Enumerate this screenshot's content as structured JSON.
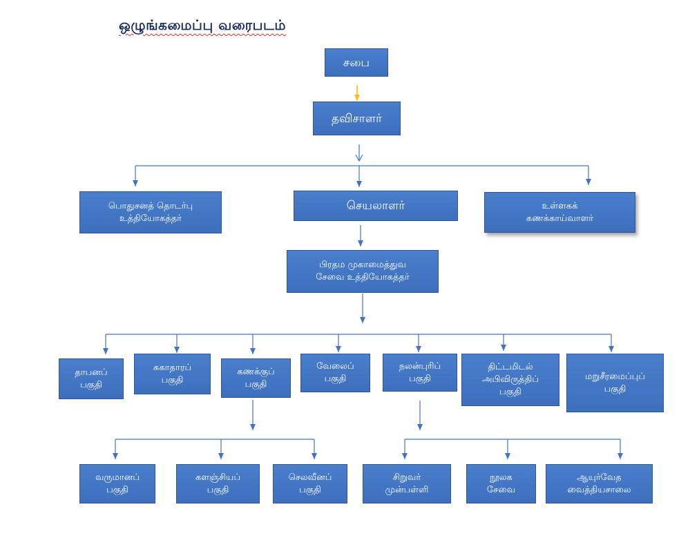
{
  "title": "ஒழுங்கமைப்பு வரைபடம்",
  "colors": {
    "box": "#4472c4",
    "connector": "#4472c4",
    "first_arrow": "#ffc000"
  },
  "nodes": {
    "sabai": "சபை",
    "thavisalar": "தவிசாளர்",
    "pothusana": "பொதுசனத் தொடர்பு\nஉத்தியோகத்தர்",
    "seyalalar": "செயலாளர்",
    "ullaka": "உள்ளகக்\nகணக்காய்வாளர்",
    "pirathama": "பிரதம முகாமைத்துவ\nசேவை உத்தியோகத்தர்",
    "thapana": "தாபனப்\nபகுதி",
    "sukathara": "சுகாதாரப்\nபகுதி",
    "kanakku": "கணக்குப்\nபகுதி",
    "velai": "வேலைப்\nபகுதி",
    "nalanpuri": "நலன்புரிப்\nபகுதி",
    "thittamidal": "திட்டமிடல்\nஅபிவிருத்திப்\nபகுதி",
    "maruseeramaippu": "மறுசீரமைப்புப்\nபகுதி",
    "varumana": "வருமானப்\nபகுதி",
    "kalanjiya": "களஞ்சியப்\nபகுதி",
    "selavina": "செலவீனப்\nபகுதி",
    "siruvar": "சிறுவர்\nமுன்பள்ளி",
    "nulaga": "நூலக\nசேவை",
    "ayurveda": "ஆயுர்வேத\nவைத்தியசாலை"
  }
}
